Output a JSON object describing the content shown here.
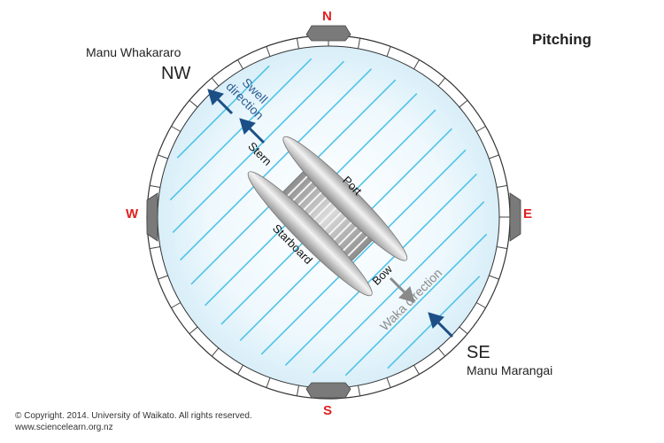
{
  "title": "Pitching",
  "compass": {
    "north": "N",
    "south": "S",
    "east": "E",
    "west": "W"
  },
  "winds": {
    "nw": {
      "name": "Manu Whakararo",
      "direction": "NW"
    },
    "se": {
      "name": "Manu Marangai",
      "direction": "SE"
    }
  },
  "labels": {
    "swell_line1": "Swell",
    "swell_line2": "direction",
    "waka_direction": "Waka direction",
    "stern": "Stern",
    "bow": "Bow",
    "port": "Port",
    "starboard": "Starboard"
  },
  "colors": {
    "swell_lines": "#4fc3e8",
    "swell_arrow": "#1c4f86",
    "waka_arrow": "#8a8a8a",
    "cardinal_text": "#e02020",
    "circle_fill": "#e6f4fb"
  },
  "footer": {
    "copyright": "© Copyright. 2014. University of Waikato. All rights reserved.",
    "url": "www.sciencelearn.org.nz"
  }
}
